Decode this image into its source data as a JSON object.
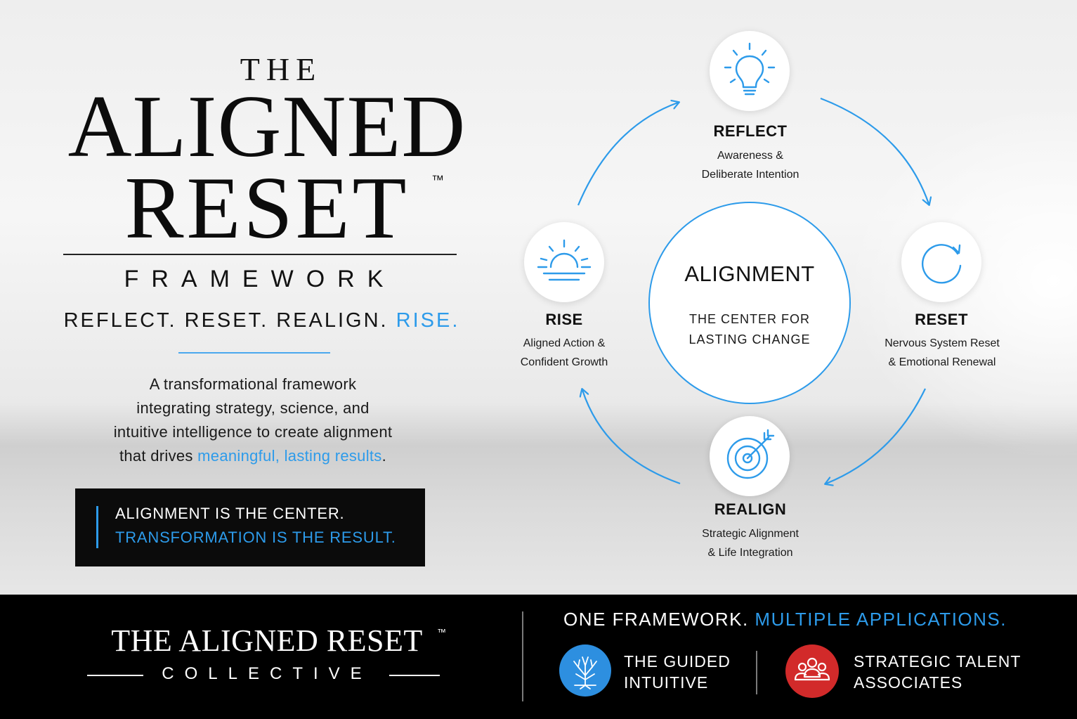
{
  "title": {
    "the": "THE",
    "aligned": "ALIGNED",
    "reset": "RESET",
    "tm": "™",
    "framework": "FRAMEWORK"
  },
  "tagline": {
    "main": "REFLECT. RESET. REALIGN. ",
    "accent": "RISE."
  },
  "description": {
    "line1": "A transformational framework",
    "line2": "integrating strategy, science, and",
    "line3": "intuitive intelligence to create alignment",
    "line4_pre": "that drives ",
    "line4_accent": "meaningful, lasting results",
    "line4_post": "."
  },
  "callout": {
    "line1": "ALIGNMENT IS THE CENTER.",
    "line2": "TRANSFORMATION IS THE RESULT."
  },
  "cycle": {
    "center": {
      "title": "ALIGNMENT",
      "sub1": "THE CENTER FOR",
      "sub2": "LASTING CHANGE"
    },
    "reflect": {
      "title": "REFLECT",
      "sub1": "Awareness &",
      "sub2": "Deliberate Intention",
      "icon": "lightbulb-icon"
    },
    "reset": {
      "title": "RESET",
      "sub1": "Nervous System Reset",
      "sub2": "& Emotional Renewal",
      "icon": "refresh-icon"
    },
    "realign": {
      "title": "REALIGN",
      "sub1": "Strategic Alignment",
      "sub2": "& Life Integration",
      "icon": "target-icon"
    },
    "rise": {
      "title": "RISE",
      "sub1": "Aligned Action &",
      "sub2": "Confident Growth",
      "icon": "sunrise-icon"
    }
  },
  "footer": {
    "title": "THE ALIGNED RESET",
    "tm": "™",
    "collective": "COLLECTIVE",
    "tagline_main": "ONE FRAMEWORK. ",
    "tagline_accent": "MULTIPLE APPLICATIONS.",
    "brand1": {
      "line1": "THE GUIDED",
      "line2": "INTUITIVE",
      "icon": "tree-icon"
    },
    "brand2": {
      "line1": "STRATEGIC TALENT",
      "line2": "ASSOCIATES",
      "icon": "people-group-icon"
    }
  },
  "colors": {
    "accent": "#2d9bea",
    "dark": "#0b0b0b",
    "brand2": "#d22a2a"
  }
}
